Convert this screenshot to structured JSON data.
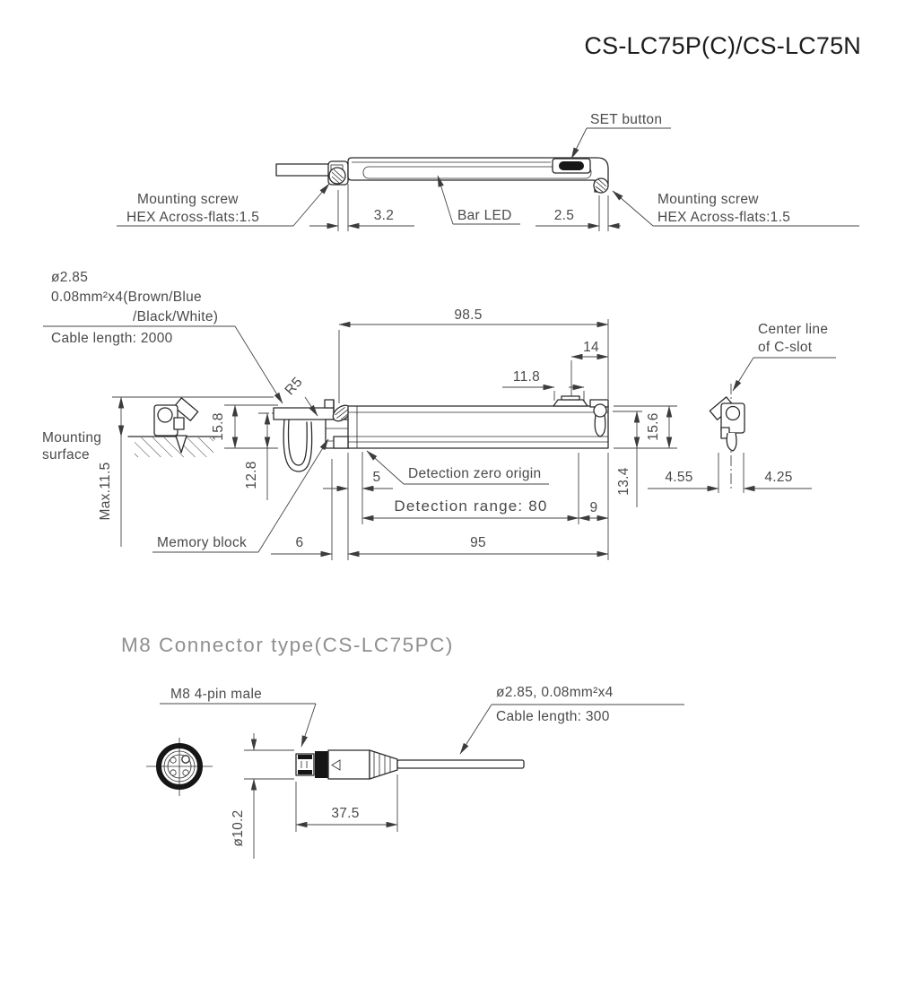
{
  "page": {
    "title": "CS-LC75P(C)/CS-LC75N"
  },
  "top_view": {
    "set_button": "SET button",
    "mounting_screw_left": [
      "Mounting screw",
      "HEX Across-flats:1.5"
    ],
    "mounting_screw_right": [
      "Mounting screw",
      "HEX Across-flats:1.5"
    ],
    "bar_led": "Bar LED",
    "dim_3_2": "3.2",
    "dim_2_5": "2.5"
  },
  "side_view": {
    "cable_spec": [
      "ø2.85",
      "0.08mm²x4(Brown/Blue",
      "/Black/White)"
    ],
    "cable_length": "Cable length: 2000",
    "dim_98_5": "98.5",
    "dim_14": "14",
    "dim_11_8": "11.8",
    "center_line": [
      "Center line",
      "of C-slot"
    ],
    "r5": "R5",
    "dim_15_8": "15.8",
    "dim_12_8": "12.8",
    "dim_15_6": "15.6",
    "dim_13_4": "13.4",
    "mounting_surface": [
      "Mounting",
      "surface"
    ],
    "max_height": "Max.11.5",
    "detection_zero_origin": "Detection zero origin",
    "detection_range": "Detection range: 80",
    "dim_5": "5",
    "dim_9": "9",
    "dim_95": "95",
    "dim_6": "6",
    "dim_4_55": "4.55",
    "dim_4_25": "4.25",
    "memory_block": "Memory block"
  },
  "connector_view": {
    "section_title": "M8 Connector type(CS-LC75PC)",
    "pin_label": "M8 4-pin male",
    "cable_spec": "ø2.85, 0.08mm²x4",
    "cable_length": "Cable length: 300",
    "dim_37_5": "37.5",
    "dim_diameter": "ø10.2"
  },
  "colors": {
    "line": "#2b2b2b",
    "dimension": "#454545",
    "text": "#4a4a4a",
    "title": "#1b1b1b",
    "section_title": "#8f8f8f",
    "background": "#ffffff"
  }
}
